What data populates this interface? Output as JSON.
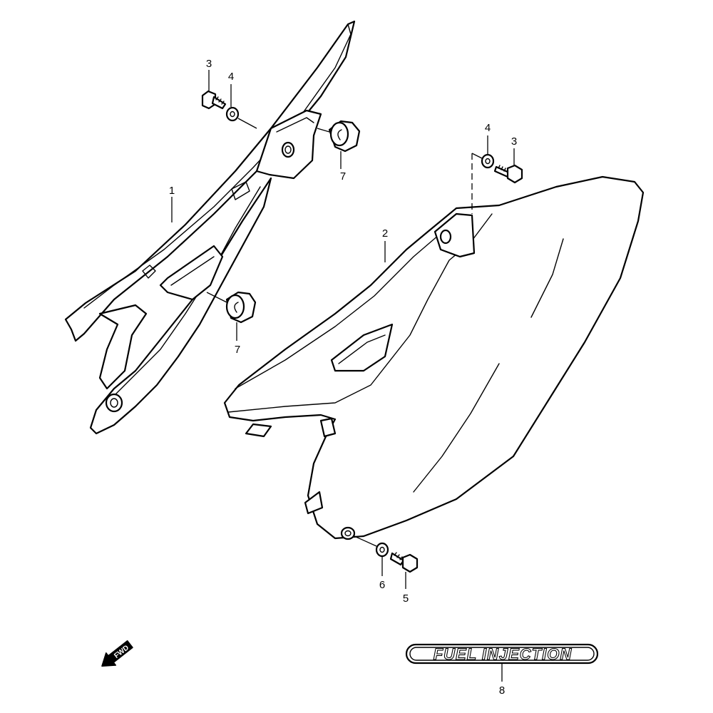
{
  "callouts": {
    "part_1": "1",
    "part_2": "2",
    "part_3_top": "3",
    "part_4_top": "4",
    "part_3_right": "3",
    "part_4_right": "4",
    "part_5": "5",
    "part_6": "6",
    "part_7_top": "7",
    "part_7_bottom": "7",
    "part_8": "8"
  },
  "decal": {
    "text": "FUEL INJECTION"
  },
  "direction_marker": {
    "text": "FWD"
  },
  "colors": {
    "line": "#000000",
    "background": "#ffffff"
  }
}
